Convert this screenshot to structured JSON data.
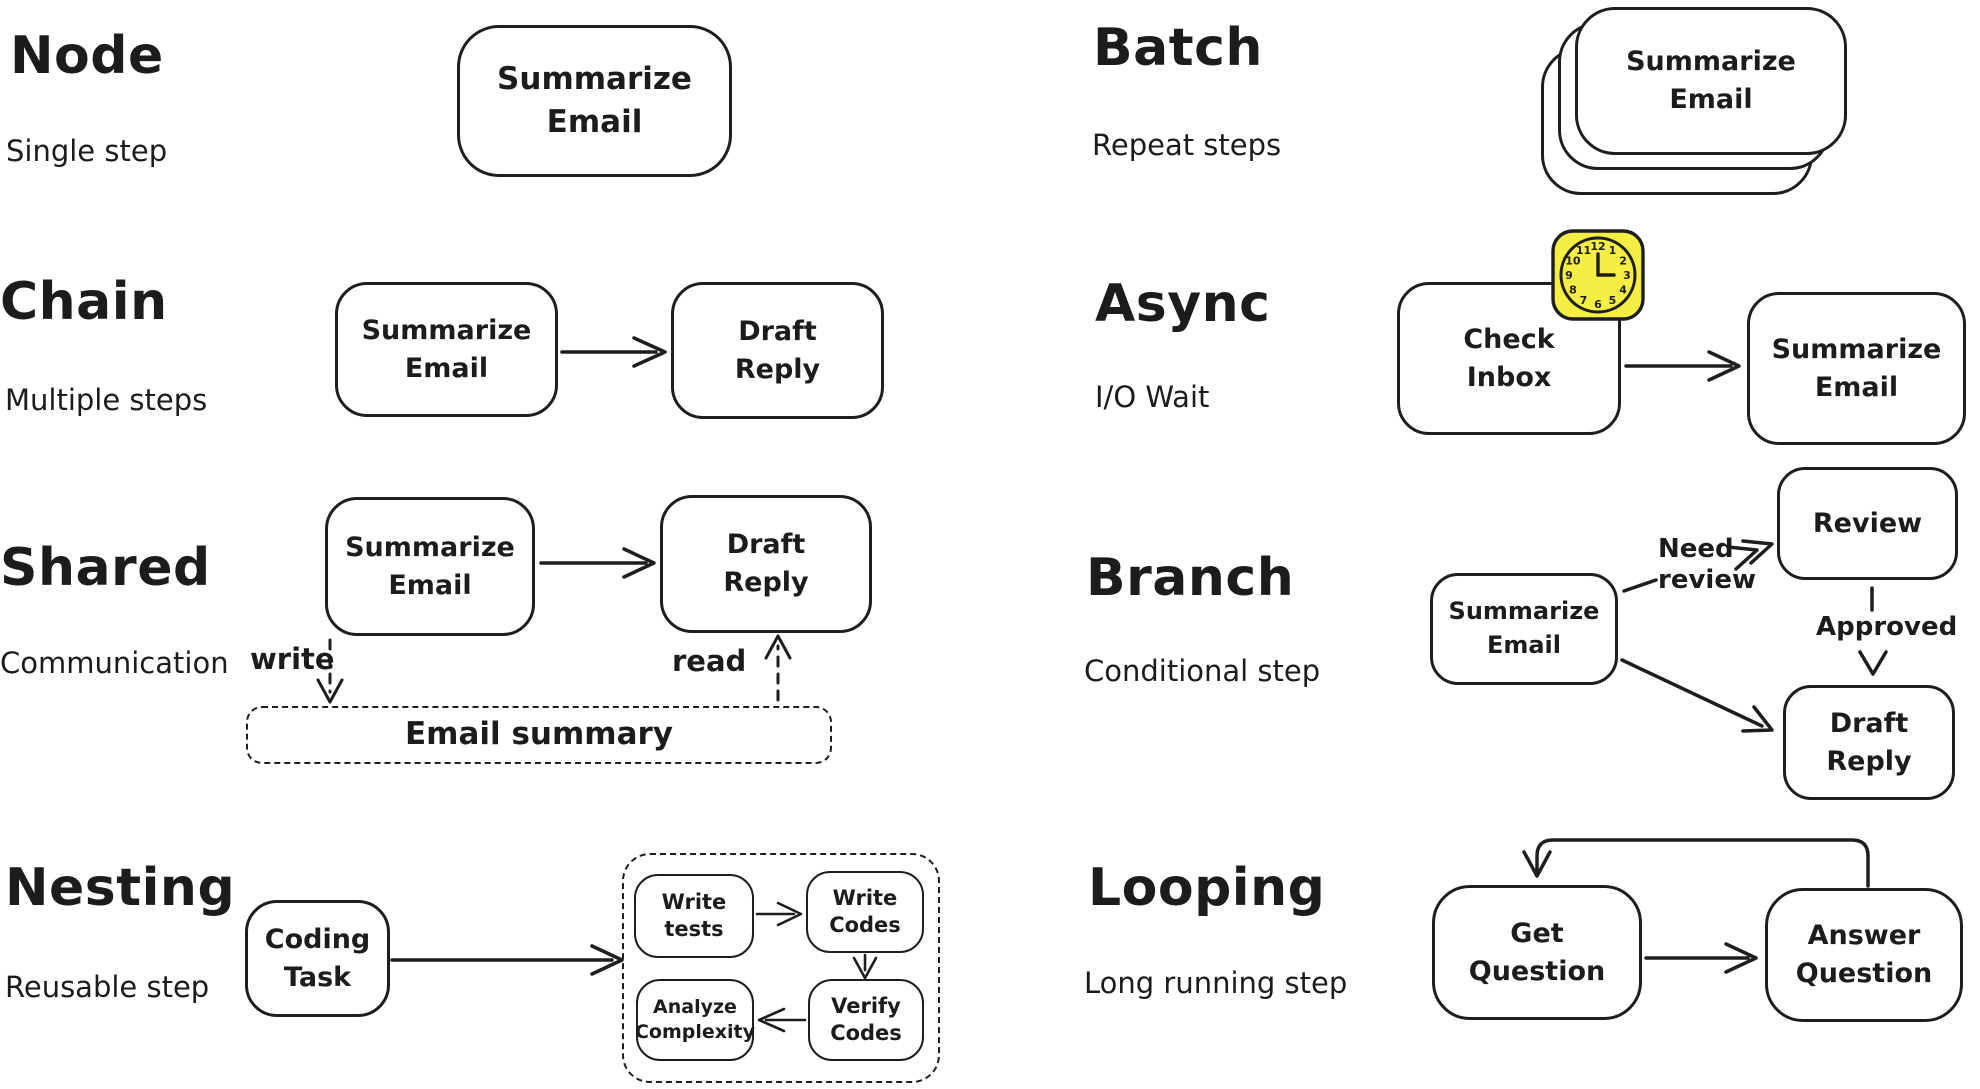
{
  "canvas": {
    "background": "#ffffff",
    "ink_color": "#1e1e1e",
    "clock_fill": "#f5ee44"
  },
  "sections": [
    {
      "id": "node",
      "title": "Node",
      "subtitle": "Single step",
      "nodes": [
        {
          "id": "summarize-email",
          "label": "Summarize\nEmail"
        }
      ]
    },
    {
      "id": "chain",
      "title": "Chain",
      "subtitle": "Multiple steps",
      "nodes": [
        {
          "id": "summarize-email",
          "label": "Summarize\nEmail"
        },
        {
          "id": "draft-reply",
          "label": "Draft\nReply"
        }
      ]
    },
    {
      "id": "shared",
      "title": "Shared",
      "subtitle": "Communication",
      "nodes": [
        {
          "id": "summarize-email",
          "label": "Summarize\nEmail"
        },
        {
          "id": "draft-reply",
          "label": "Draft\nReply"
        }
      ],
      "store_label": "Email summary",
      "labels": {
        "write": "write",
        "read": "read"
      }
    },
    {
      "id": "nesting",
      "title": "Nesting",
      "subtitle": "Reusable step",
      "nodes": [
        {
          "id": "coding-task",
          "label": "Coding\nTask"
        }
      ],
      "sub_nodes": [
        {
          "id": "write-tests",
          "label": "Write\ntests"
        },
        {
          "id": "write-codes",
          "label": "Write\nCodes"
        },
        {
          "id": "analyze-complexity",
          "label": "Analyze\nComplexity"
        },
        {
          "id": "verify-codes",
          "label": "Verify\nCodes"
        }
      ]
    },
    {
      "id": "batch",
      "title": "Batch",
      "subtitle": "Repeat steps",
      "nodes": [
        {
          "id": "summarize-email-stack",
          "label": "Summarize\nEmail"
        }
      ]
    },
    {
      "id": "async",
      "title": "Async",
      "subtitle": "I/O Wait",
      "nodes": [
        {
          "id": "check-inbox",
          "label": "Check\nInbox"
        },
        {
          "id": "summarize-email",
          "label": "Summarize\nEmail"
        }
      ],
      "icon": "clock-icon"
    },
    {
      "id": "branch",
      "title": "Branch",
      "subtitle": "Conditional step",
      "nodes": [
        {
          "id": "summarize-email",
          "label": "Summarize\nEmail"
        },
        {
          "id": "review",
          "label": "Review"
        },
        {
          "id": "draft-reply",
          "label": "Draft\nReply"
        }
      ],
      "labels": {
        "need_review": "Need\nreview",
        "approved": "Approved"
      }
    },
    {
      "id": "looping",
      "title": "Looping",
      "subtitle": "Long running step",
      "nodes": [
        {
          "id": "get-question",
          "label": "Get\nQuestion"
        },
        {
          "id": "answer-question",
          "label": "Answer\nQuestion"
        }
      ]
    }
  ],
  "clock": {
    "time_shown": "3:00",
    "numbers": [
      "12",
      "1",
      "2",
      "3",
      "4",
      "5",
      "6",
      "7",
      "8",
      "9",
      "10",
      "11"
    ]
  }
}
